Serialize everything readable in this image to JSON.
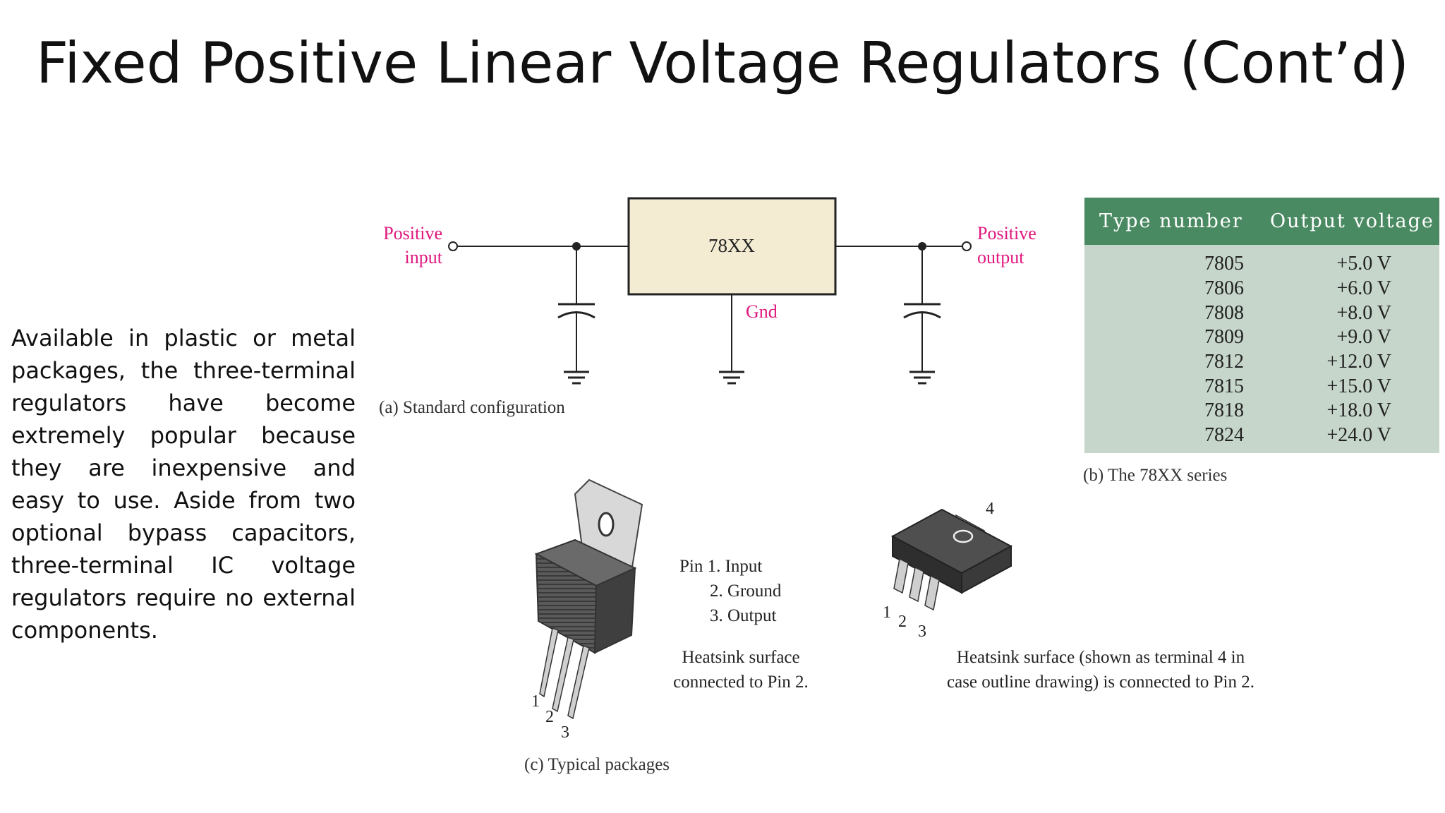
{
  "slide": {
    "title": "Fixed Positive Linear Voltage Regulators (Cont’d)",
    "body": "Available in plastic or metal packages, the three-terminal regulators have become extremely popular because they are inexpensive and easy to use. Aside from two optional bypass capacitors, three-terminal IC voltage regulators require no external components."
  },
  "schematic": {
    "input_label_line1": "Positive",
    "input_label_line2": "input",
    "output_label_line1": "Positive",
    "output_label_line2": "output",
    "ic_label": "78XX",
    "gnd_label": "Gnd",
    "caption": "(a) Standard configuration",
    "accent_color": "#e0177e"
  },
  "series_table": {
    "headers": [
      "Type number",
      "Output voltage"
    ],
    "rows": [
      [
        "7805",
        "+5.0 V"
      ],
      [
        "7806",
        "+6.0 V"
      ],
      [
        "7808",
        "+8.0 V"
      ],
      [
        "7809",
        "+9.0 V"
      ],
      [
        "7812",
        "+12.0 V"
      ],
      [
        "7815",
        "+15.0 V"
      ],
      [
        "7818",
        "+18.0 V"
      ],
      [
        "7824",
        "+24.0 V"
      ]
    ],
    "caption": "(b) The 78XX series",
    "header_color": "#4a8a62",
    "body_color": "#c6d6cb"
  },
  "packages": {
    "to220_pins": [
      "1",
      "2",
      "3"
    ],
    "pin_list": [
      "Pin 1. Input",
      "2. Ground",
      "3. Output"
    ],
    "to220_heatsink_line1": "Heatsink surface",
    "to220_heatsink_line2": "connected to Pin 2.",
    "smd_pins": [
      "1",
      "2",
      "3",
      "4"
    ],
    "smd_heatsink_line1": "Heatsink surface (shown as terminal 4 in",
    "smd_heatsink_line2": "case outline drawing) is connected to Pin 2.",
    "caption": "(c) Typical packages"
  }
}
